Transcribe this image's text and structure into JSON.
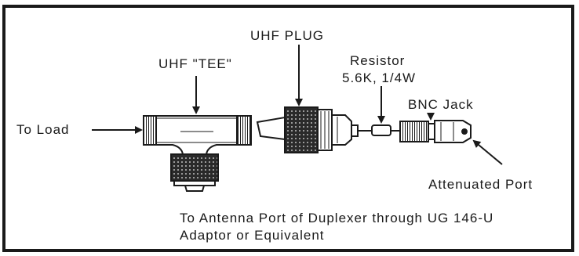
{
  "labels": {
    "uhf_plug": "UHF PLUG",
    "uhf_tee": "UHF \"TEE\"",
    "resistor": "Resistor",
    "resistor_value": "5.6K, 1/4W",
    "bnc_jack": "BNC Jack",
    "to_load": "To Load",
    "attenuated_port": "Attenuated Port",
    "antenna_line1": "To Antenna Port of Duplexer through UG 146-U",
    "antenna_line2": "Adaptor or Equivalent"
  },
  "colors": {
    "ink": "#1a1a1a",
    "paper": "#ffffff",
    "knurl": "#2a2a2a"
  }
}
